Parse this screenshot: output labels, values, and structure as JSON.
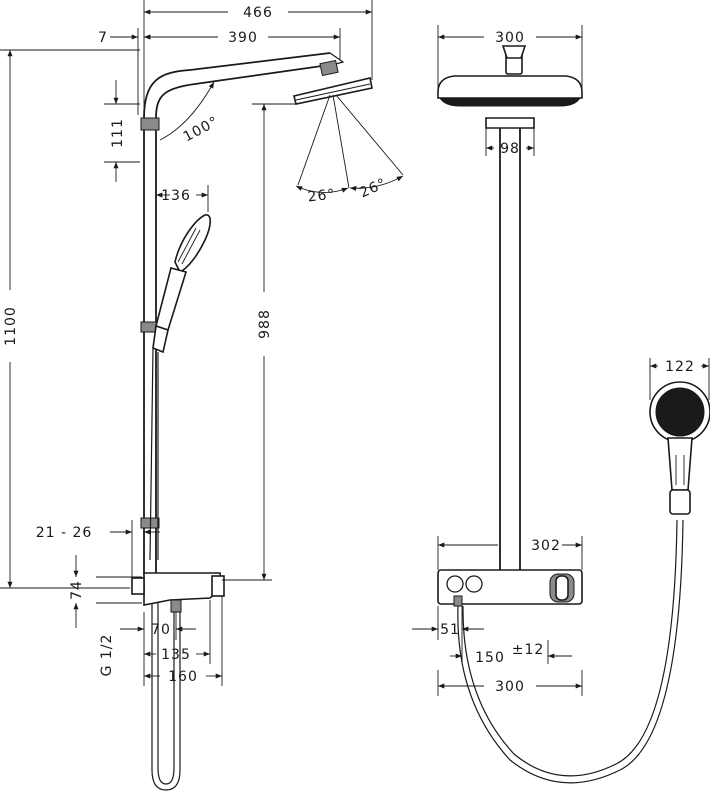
{
  "side_view": {
    "dims": {
      "overall_width": "466",
      "offset": "7",
      "arm_length": "390",
      "connector_height": "111",
      "arm_angle": "100°",
      "spray_angle_left": "26°",
      "spray_angle_right": "26°",
      "handshower_offset": "136",
      "total_height": "1100",
      "head_height": "988",
      "wall_distance": "21 - 26",
      "thermostat_height": "74",
      "thread": "G 1/2",
      "outlet_offset": "70",
      "thermostat_depth": "135",
      "thermostat_depth_total": "160"
    }
  },
  "front_view": {
    "dims": {
      "head_diameter": "300",
      "rail_width": "98",
      "handshower_width": "122",
      "thermostat_width": "302",
      "inlet_offset": "51",
      "inlet_spacing": "150",
      "inlet_spacing_tol": "±12",
      "inlet_span": "300"
    }
  }
}
